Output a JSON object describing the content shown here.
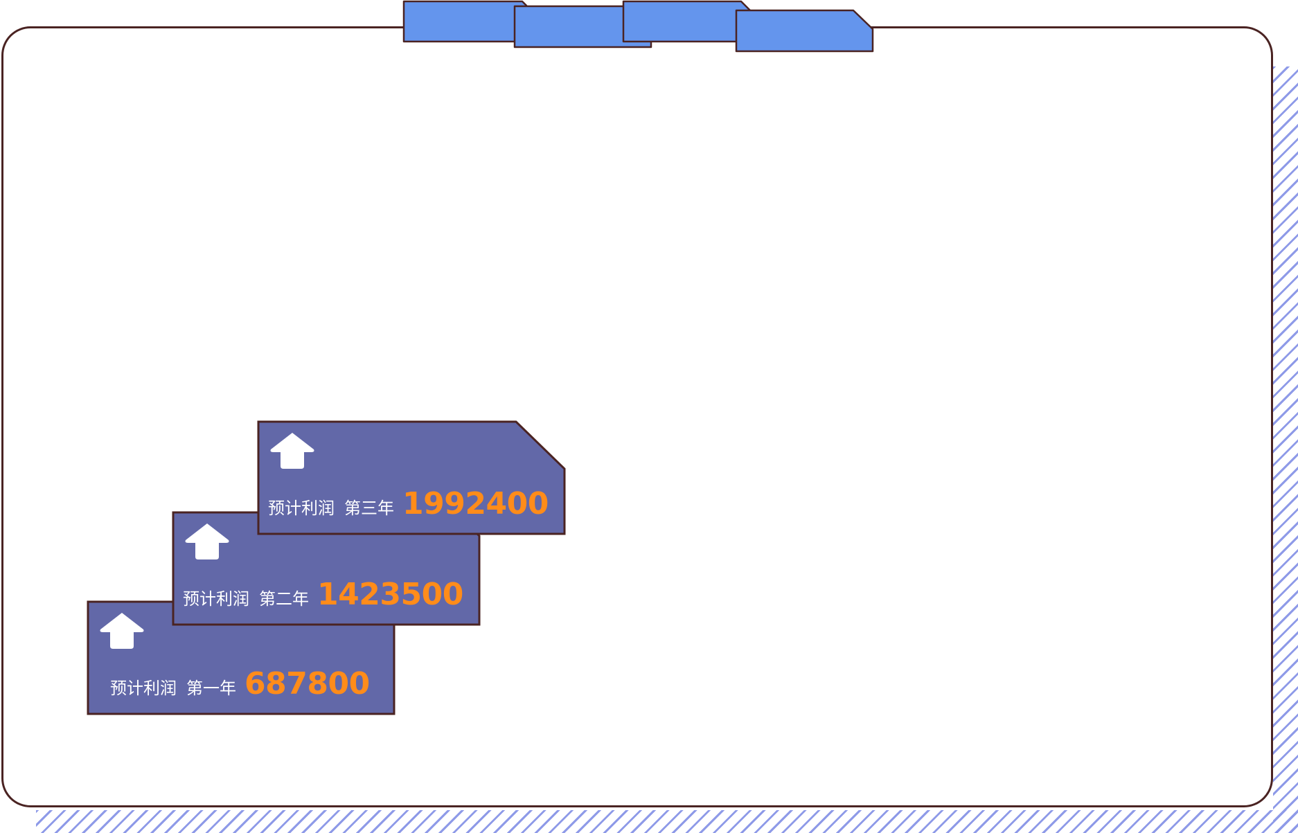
{
  "colors": {
    "outline": "#4a2322",
    "tab_fill": "#6495ed",
    "card_fill": "#6268a8",
    "value_color": "#ff8c1a",
    "hatch": "#8e9ae8",
    "label_color": "#ffffff"
  },
  "cards": [
    {
      "icon": "up-arrow-icon",
      "label": "预计利润",
      "year": "第一年",
      "value": "687800"
    },
    {
      "icon": "up-arrow-icon",
      "label": "预计利润",
      "year": "第二年",
      "value": "1423500"
    },
    {
      "icon": "up-arrow-icon",
      "label": "预计利润",
      "year": "第三年",
      "value": "1992400"
    }
  ]
}
